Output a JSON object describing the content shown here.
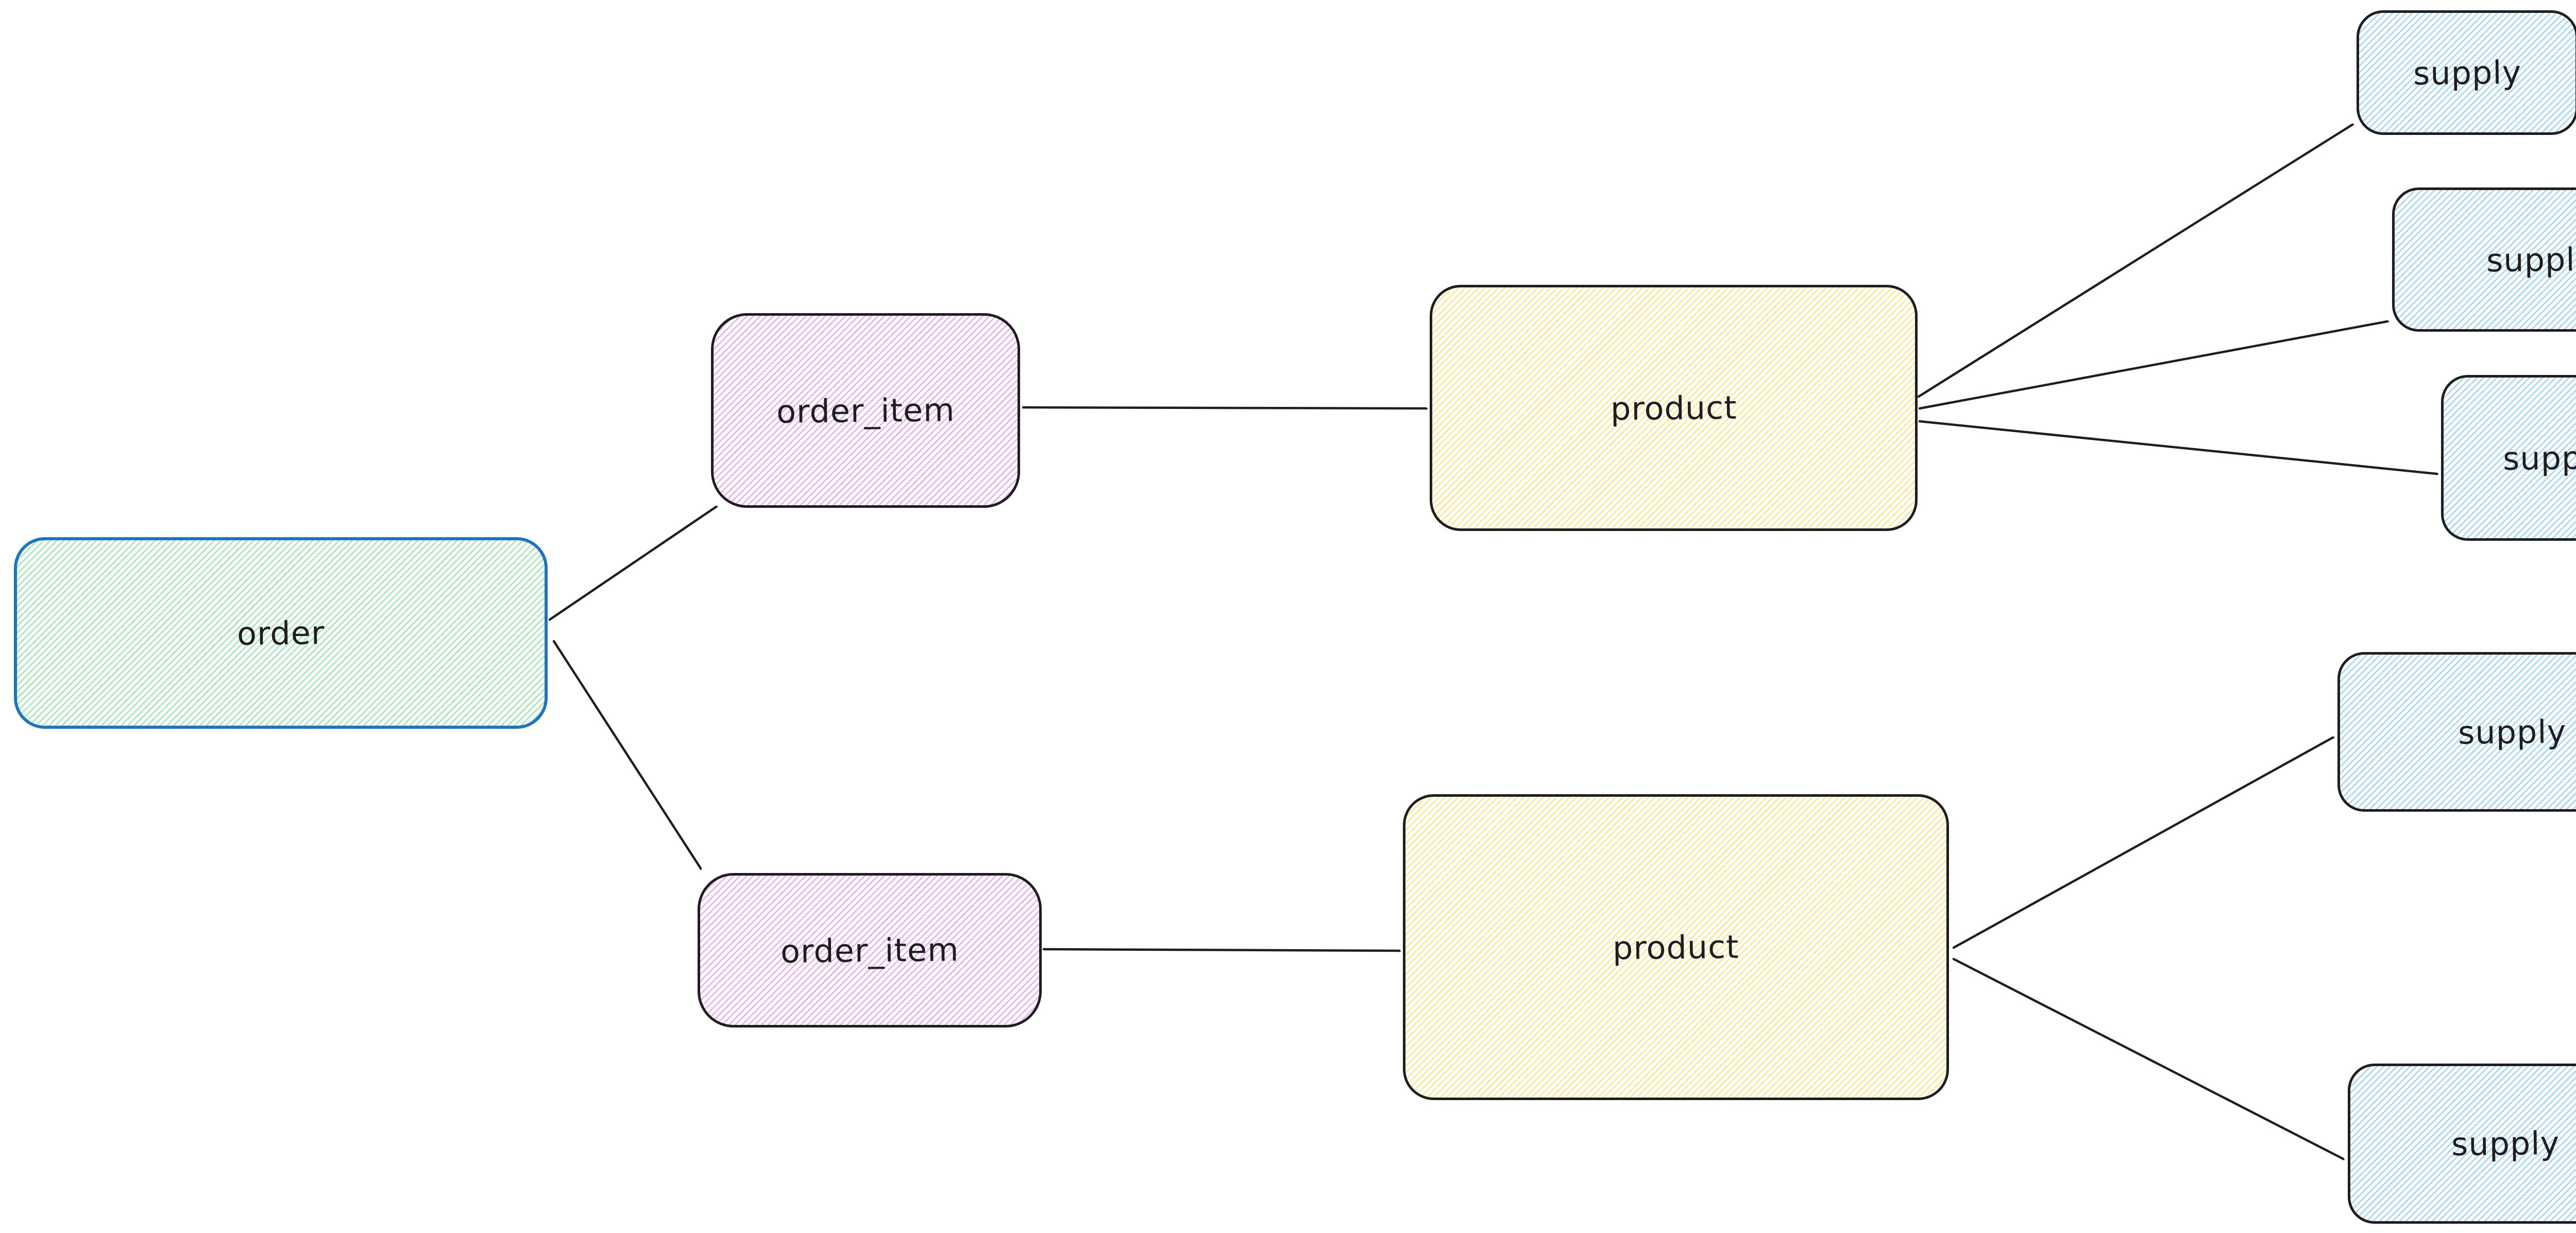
{
  "colors": {
    "background": "#ffffff",
    "stroke": "#1e1e1e",
    "order_border": "#1e74c4",
    "green_hatch": "#9be8ad",
    "violet_hatch": "#e7aaf0",
    "yellow_hatch": "#ffe58a",
    "blue_hatch": "#9ed4f7"
  },
  "nodes": [
    {
      "id": "order",
      "label": "order",
      "fill": "green",
      "border": "blue"
    },
    {
      "id": "order_item_top",
      "label": "order_item",
      "fill": "violet",
      "border": "dark"
    },
    {
      "id": "order_item_bottom",
      "label": "order_item",
      "fill": "violet",
      "border": "dark"
    },
    {
      "id": "product_top",
      "label": "product",
      "fill": "yellow",
      "border": "dark"
    },
    {
      "id": "product_bottom",
      "label": "product",
      "fill": "yellow",
      "border": "dark"
    },
    {
      "id": "supply_1",
      "label": "supply",
      "fill": "blue",
      "border": "dark"
    },
    {
      "id": "supply_2",
      "label": "supply",
      "fill": "blue",
      "border": "dark"
    },
    {
      "id": "supply_3",
      "label": "supply",
      "fill": "blue",
      "border": "dark"
    },
    {
      "id": "supply_4",
      "label": "supply",
      "fill": "blue",
      "border": "dark"
    },
    {
      "id": "supply_5",
      "label": "supply",
      "fill": "blue",
      "border": "dark"
    }
  ],
  "edges": [
    {
      "from": "order",
      "to": "order_item_top"
    },
    {
      "from": "order",
      "to": "order_item_bottom"
    },
    {
      "from": "order_item_top",
      "to": "product_top"
    },
    {
      "from": "order_item_bottom",
      "to": "product_bottom"
    },
    {
      "from": "product_top",
      "to": "supply_1"
    },
    {
      "from": "product_top",
      "to": "supply_2"
    },
    {
      "from": "product_top",
      "to": "supply_3"
    },
    {
      "from": "product_bottom",
      "to": "supply_4"
    },
    {
      "from": "product_bottom",
      "to": "supply_5"
    }
  ]
}
